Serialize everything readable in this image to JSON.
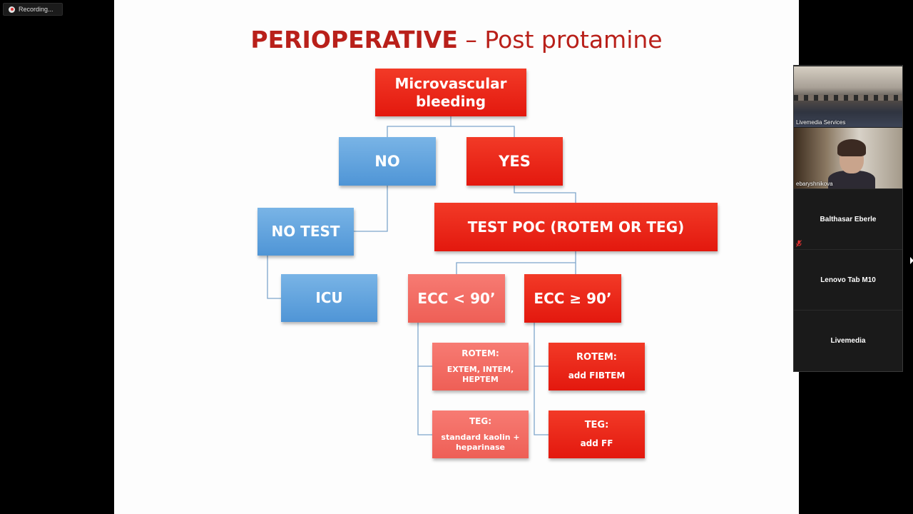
{
  "recording": {
    "label": "Recording..."
  },
  "slide": {
    "title_bold": "PERIOPERATIVE",
    "title_rest": " – Post protamine",
    "boxes": {
      "microvascular": "Microvascular bleeding",
      "no": "NO",
      "yes": "YES",
      "no_test": "NO TEST",
      "test_poc": "TEST POC (ROTEM OR TEG)",
      "icu": "ICU",
      "ecc_lt": "ECC < 90’",
      "ecc_ge": "ECC ≥ 90’",
      "rotem_left_title": "ROTEM:",
      "rotem_left_body": "EXTEM, INTEM, HEPTEM",
      "teg_left_title": "TEG:",
      "teg_left_body": "standard kaolin + heparinase",
      "rotem_right_title": "ROTEM:",
      "rotem_right_body": "add FIBTEM",
      "teg_right_title": "TEG:",
      "teg_right_body": "add FF"
    },
    "colors": {
      "red": "#e8200f",
      "blue": "#5c9fdc",
      "pink": "#f26a61",
      "title": "#b9201a",
      "line": "#7ea6cc"
    }
  },
  "participants": {
    "video_tiles": [
      {
        "name": "Livemedia Services"
      },
      {
        "name": "ebaryshnikova"
      }
    ],
    "name_tiles": [
      {
        "name": "Balthasar Eberle",
        "muted": true
      },
      {
        "name": "Lenovo Tab M10"
      },
      {
        "name": "Livemedia"
      }
    ]
  }
}
